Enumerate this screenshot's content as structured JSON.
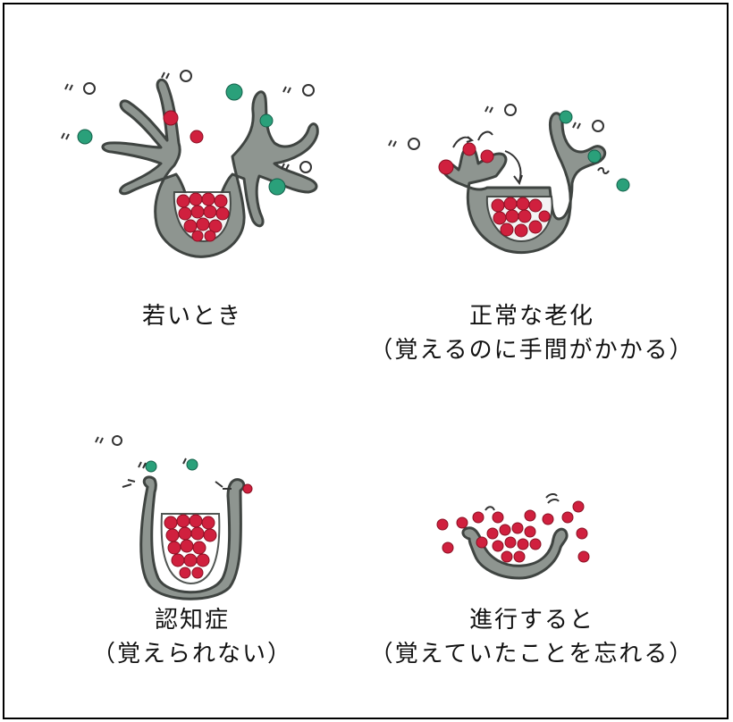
{
  "colors": {
    "neuron_fill": "#8e9590",
    "neuron_stroke": "#3f4441",
    "memory_dot": "#d0203e",
    "memory_dot_dark": "#8a1023",
    "new_info_dot": "#2aa07a",
    "new_info_dot_dark": "#14604a"
  },
  "panels": {
    "young": {
      "caption_main": "若いとき",
      "caption_sub": ""
    },
    "normal_aging": {
      "caption_main": "正常な老化",
      "caption_sub": "（覚えるのに手間がかかる）"
    },
    "dementia": {
      "caption_main": "認知症",
      "caption_sub": "（覚えられない）"
    },
    "advanced": {
      "caption_main": "進行すると",
      "caption_sub": "（覚えていたことを忘れる）"
    }
  }
}
